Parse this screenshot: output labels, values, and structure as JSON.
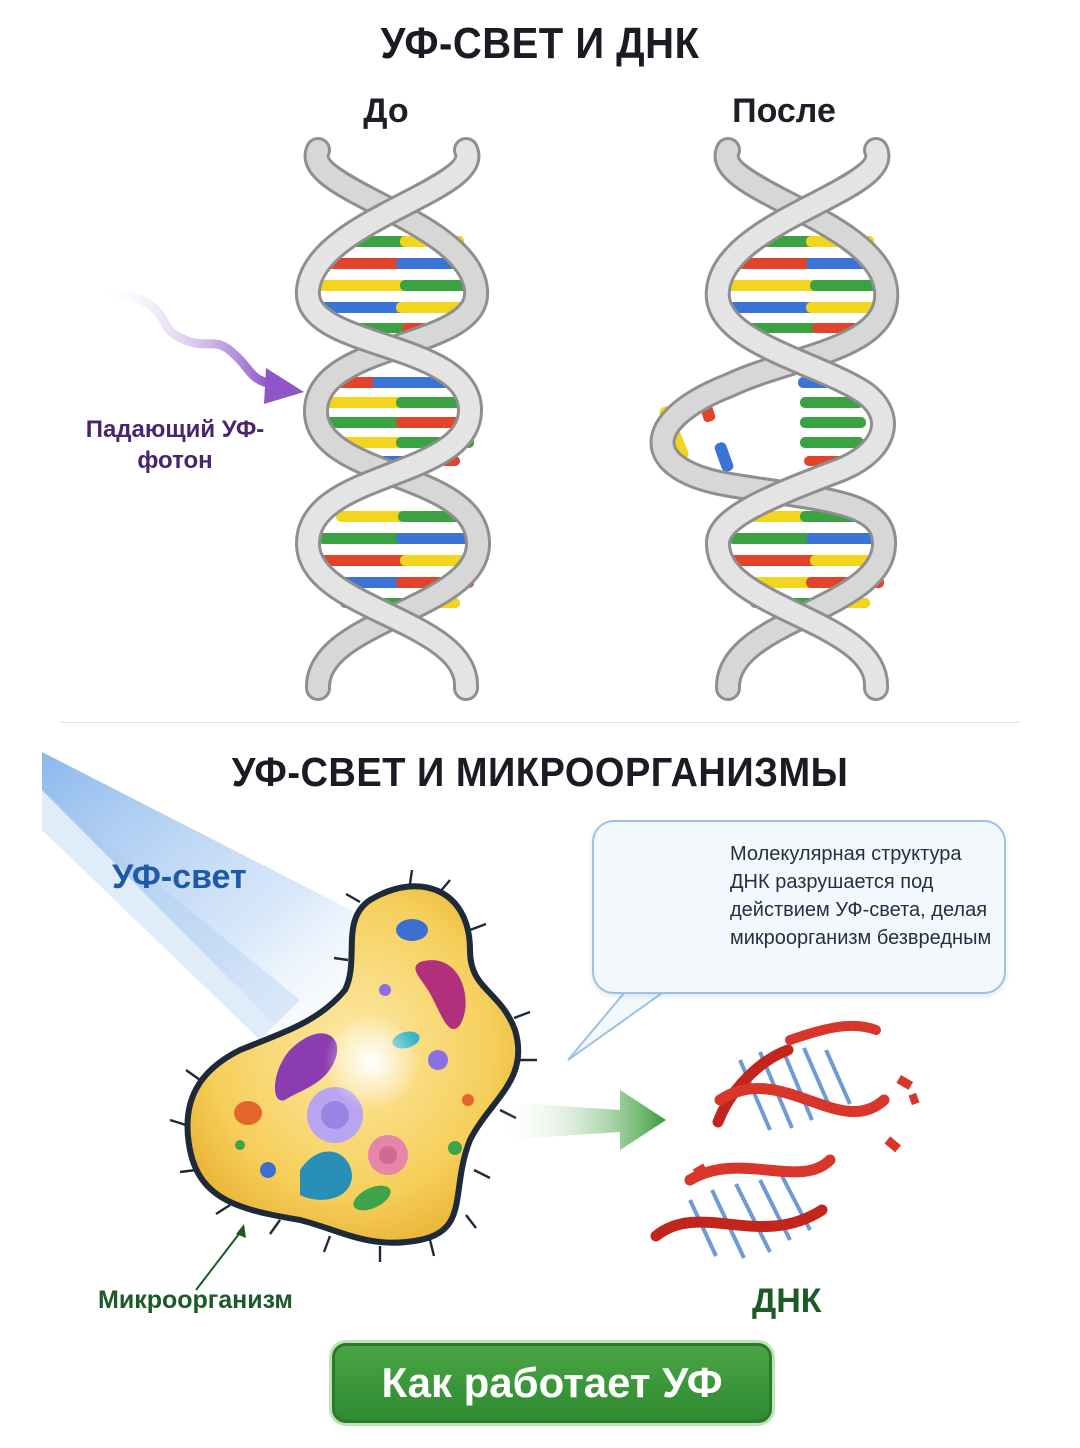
{
  "titles": {
    "top": "УФ-СВЕТ И ДНК",
    "bottom": "УФ-СВЕТ И МИКРООРГАНИЗМЫ"
  },
  "helix": {
    "before_label": "До",
    "after_label": "После",
    "photon_label": "Падающий УФ-фотон"
  },
  "microbe_section": {
    "uv_label": "УФ-свет",
    "microorganism_label": "Микроорганизм",
    "dna_label": "ДНК",
    "callout_text": "Молекулярная структура ДНК разрушается под действием УФ-света, делая микроорганизм безвредным"
  },
  "button": {
    "label": "Как работает УФ"
  },
  "colors": {
    "base_pairs": [
      "#3ba243",
      "#e2432a",
      "#f2d51c",
      "#3b73d6"
    ],
    "backbone": "#c7c7c7",
    "photon": "#8e56c8",
    "accent_green": "#3c9a3c",
    "shield": "#1f62c6"
  },
  "icons": [
    "wavy-arrow-icon",
    "shield-check-icon",
    "green-arrow-icon",
    "leader-arrow-icon"
  ]
}
